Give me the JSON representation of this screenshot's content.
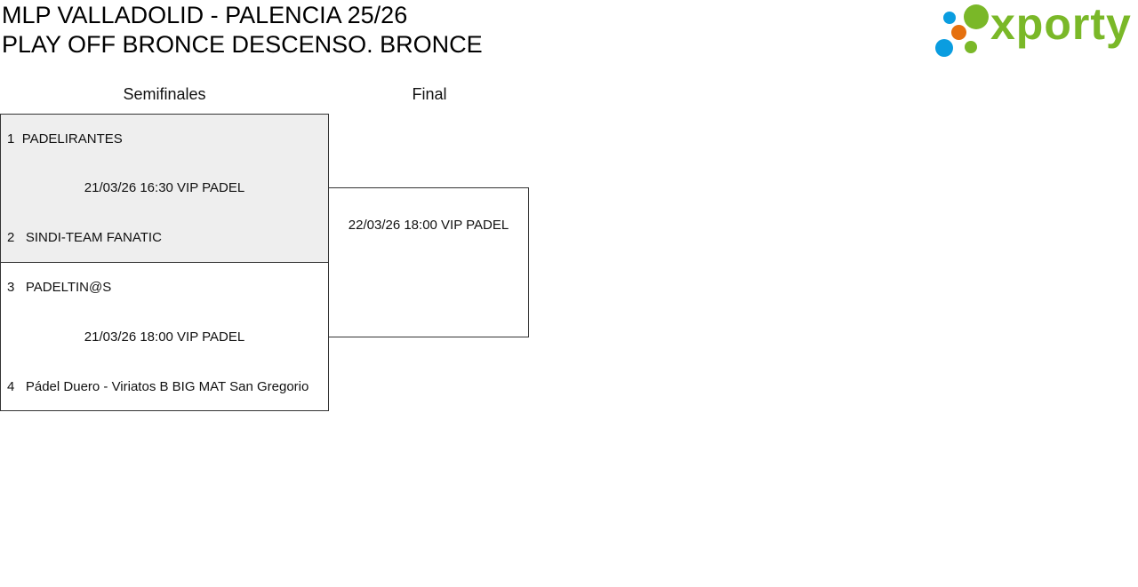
{
  "header": {
    "title_line1": "MLP VALLADOLID - PALENCIA 25/26",
    "title_line2": "PLAY OFF BRONCE DESCENSO. BRONCE",
    "logo_text": "xporty"
  },
  "rounds": [
    {
      "label": "Semifinales"
    },
    {
      "label": "Final"
    }
  ],
  "semifinals": [
    {
      "team1_seed": "1",
      "team1": "PADELIRANTES",
      "info": "21/03/26 16:30 VIP PADEL",
      "team2_seed": "2",
      "team2": "SINDI-TEAM FANATIC"
    },
    {
      "team1_seed": "3",
      "team1": "PADELTIN@S",
      "info": "21/03/26 18:00 VIP PADEL",
      "team2_seed": "4",
      "team2": "Pádel Duero - Viriatos B BIG MAT San Gregorio"
    }
  ],
  "final": {
    "info": "22/03/26 18:00 VIP PADEL"
  },
  "colors": {
    "highlight": "#eeeeee",
    "brand_green": "#7ab828",
    "brand_blue": "#0a9de0",
    "brand_orange": "#e5700f"
  }
}
